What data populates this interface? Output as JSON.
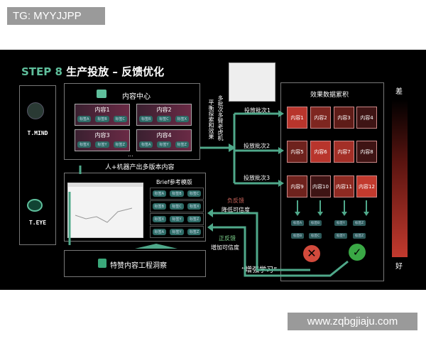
{
  "watermark_top": "TG: MYYJJPP",
  "watermark_bottom": "www.zqbgjiaju.com",
  "title": {
    "step": "STEP 8",
    "text": "生产投放 – 反馈优化"
  },
  "left": {
    "mind": "T.MIND",
    "eye": "T.EYE"
  },
  "content_center": {
    "title": "内容中心",
    "cards": [
      {
        "name": "内容1",
        "tags": [
          "标签A",
          "标签B",
          "标签C"
        ]
      },
      {
        "name": "内容2",
        "tags": [
          "标签B",
          "标签C",
          "标签X"
        ]
      },
      {
        "name": "内容3",
        "tags": [
          "标签X",
          "标签Y",
          "标签Z"
        ]
      },
      {
        "name": "内容4",
        "tags": [
          "标签A",
          "标签Y",
          "标签Z"
        ]
      }
    ],
    "ellipsis": "...",
    "caption": "人+机器产出多版本内容"
  },
  "brief": {
    "title": "Brief参考模版",
    "rows": [
      [
        "标签A",
        "标签B",
        "标签C"
      ],
      [
        "标签B",
        "标签C",
        "标签X"
      ],
      [
        "标签X",
        "标签Y",
        "标签Z"
      ],
      [
        "标签A",
        "标签Y",
        "标签Z"
      ]
    ]
  },
  "insight": "特赞内容工程洞察",
  "bandit": {
    "line1": "平衡探索和效果",
    "line2": "多批次多臂老虎机"
  },
  "batches": [
    "投放批次1",
    "投放批次2",
    "投放批次3"
  ],
  "results": {
    "title": "效果数据累积",
    "cells": [
      {
        "label": "内容1",
        "color": "#b8352c"
      },
      {
        "label": "内容2",
        "color": "#7e2620"
      },
      {
        "label": "内容3",
        "color": "#5e1c18"
      },
      {
        "label": "内容4",
        "color": "#3e1414"
      },
      {
        "label": "内容5",
        "color": "#6e221d"
      },
      {
        "label": "内容6",
        "color": "#b8352c"
      },
      {
        "label": "内容7",
        "color": "#a32f27"
      },
      {
        "label": "内容8",
        "color": "#3e1414"
      },
      {
        "label": "内容9",
        "color": "#6e221d"
      },
      {
        "label": "内容10",
        "color": "#3e1414"
      },
      {
        "label": "内容11",
        "color": "#8e2a22"
      },
      {
        "label": "内容12",
        "color": "#c23a2e"
      }
    ],
    "bad_tags": [
      [
        "标签A",
        "标签B"
      ],
      [
        "标签B",
        "标签C"
      ]
    ],
    "good_tags": [
      [
        "标签Y",
        "标签Z"
      ],
      [
        "标签Y",
        "标签Z"
      ]
    ]
  },
  "scale": {
    "top": "差",
    "bottom": "好"
  },
  "feedback": {
    "neg_title": "负反馈",
    "neg_text": "降低可信度",
    "pos_title": "正反馈",
    "pos_text": "增加可信度",
    "reinforce": "“增强学习”"
  },
  "colors": {
    "accent": "#5fbf9c",
    "arrow": "#4fa88a",
    "neg": "#d24a3c",
    "pos": "#3aa845"
  }
}
